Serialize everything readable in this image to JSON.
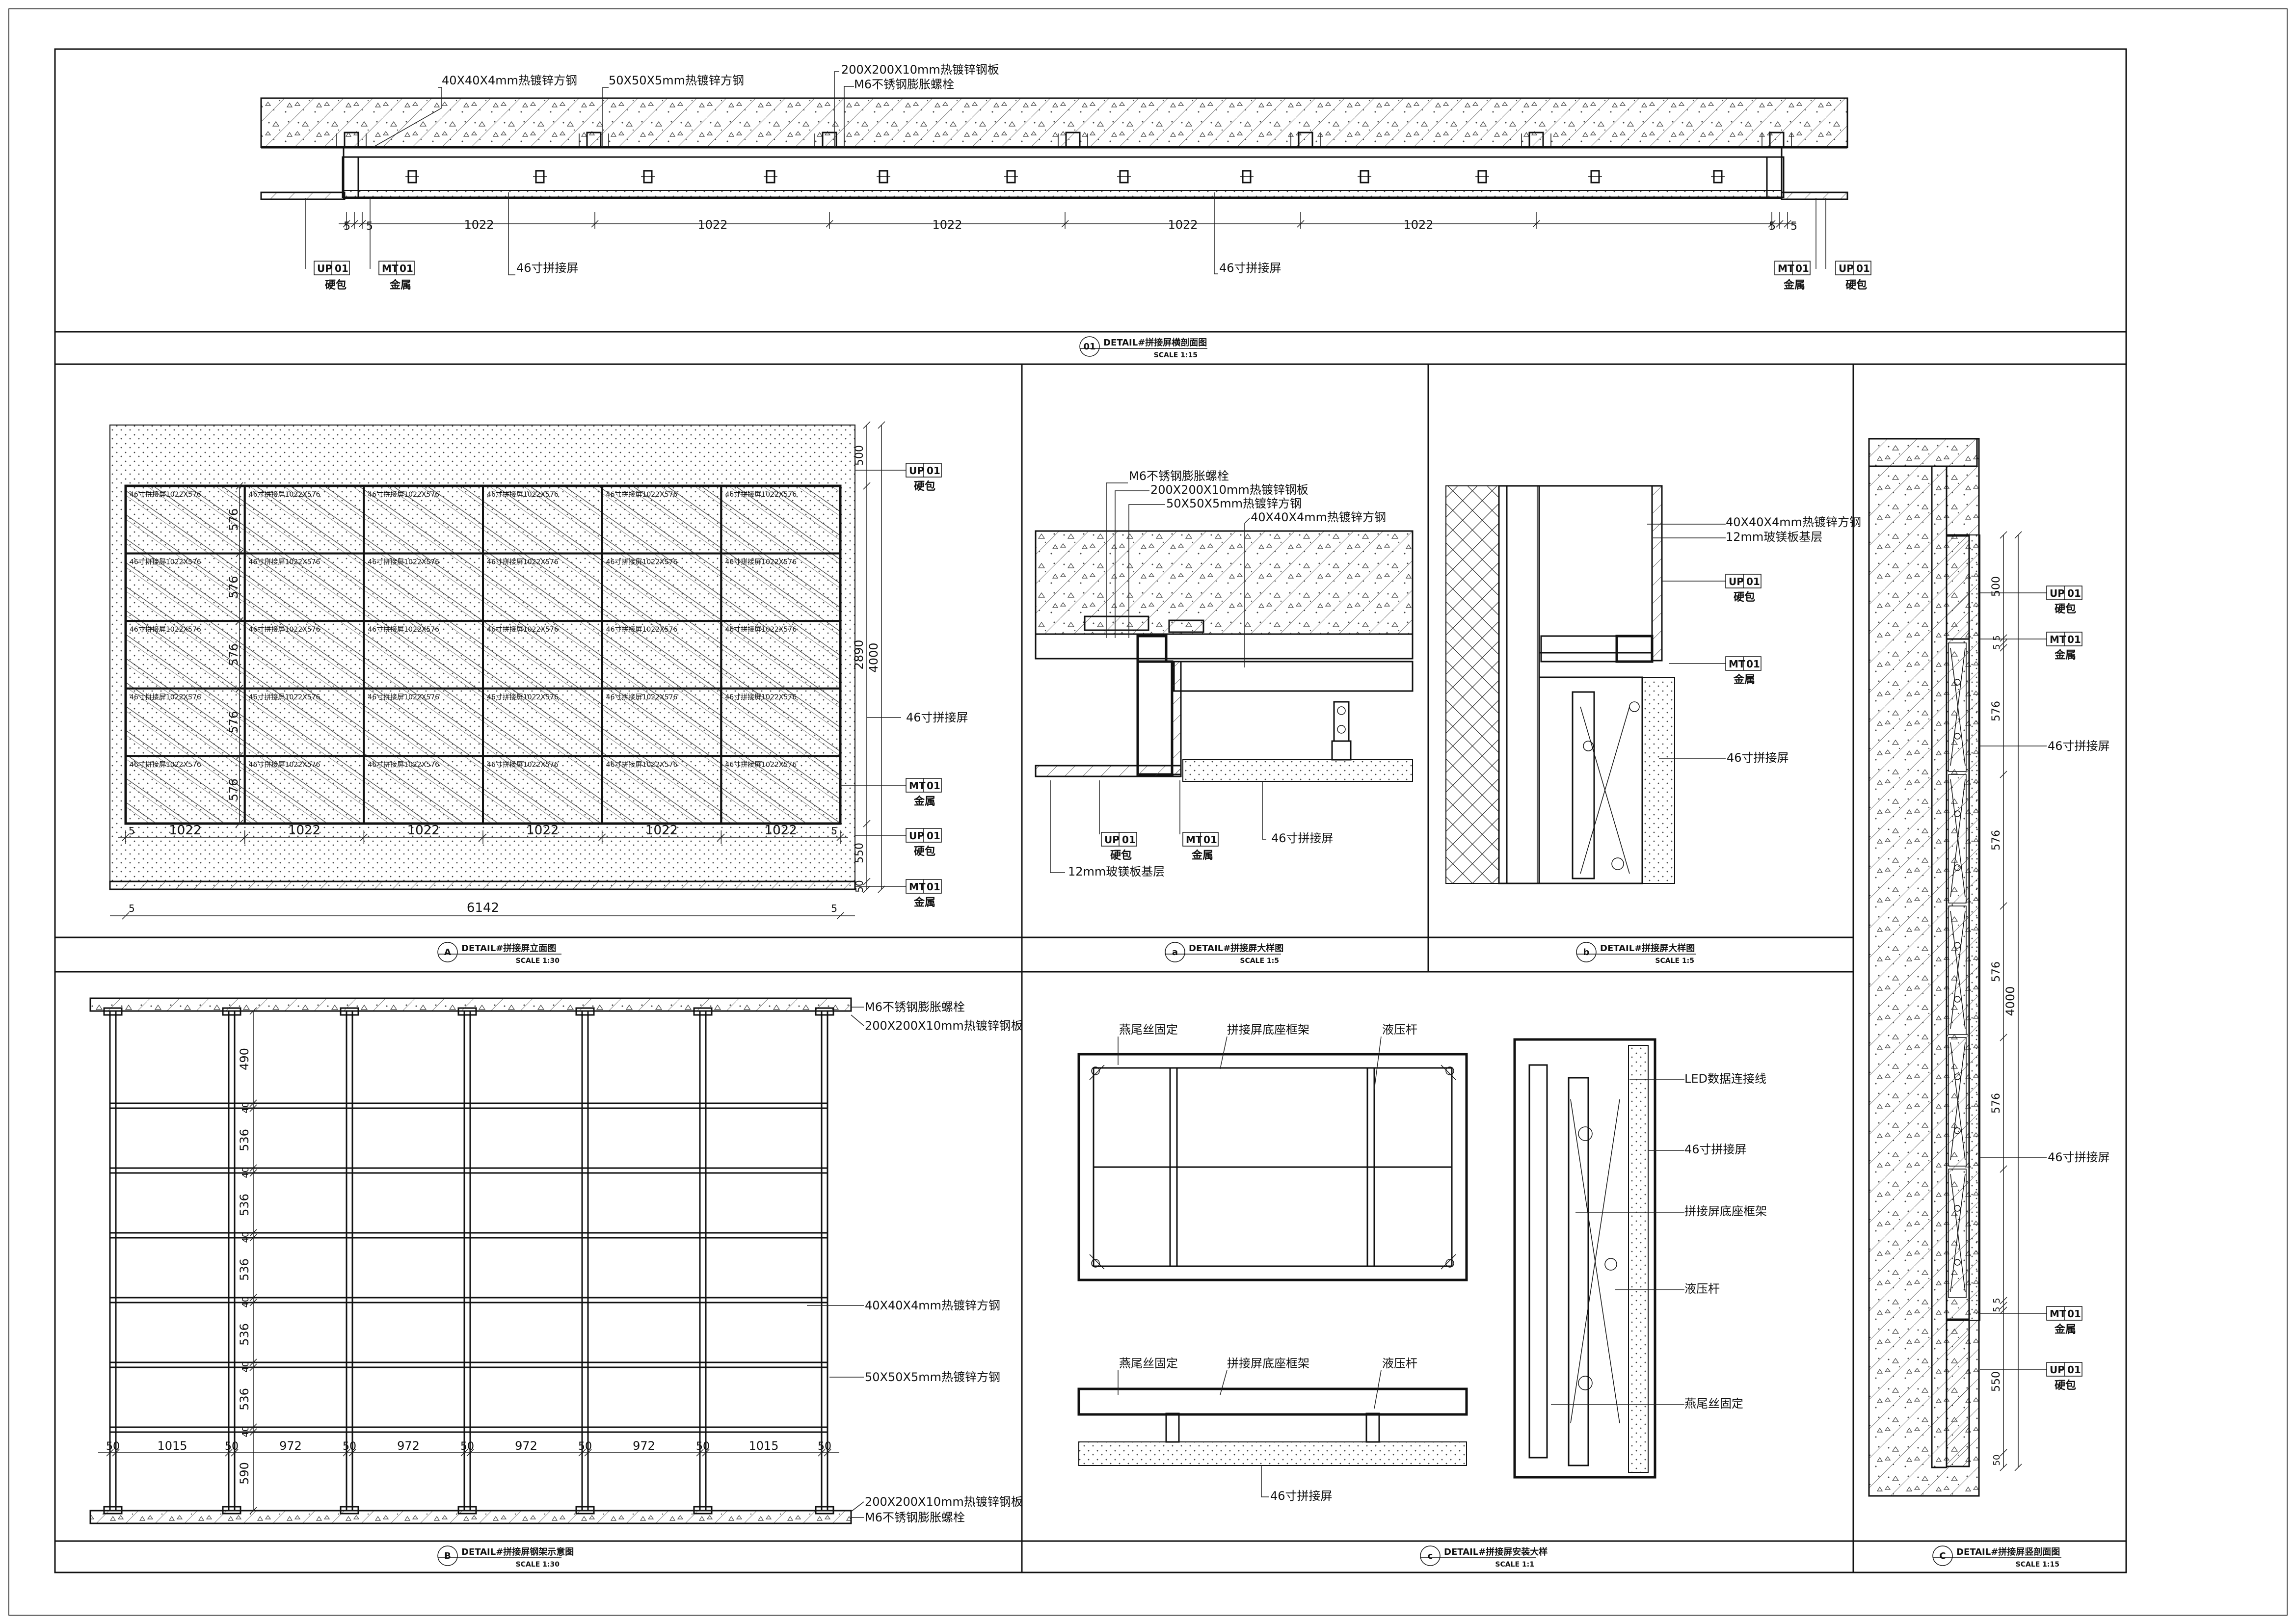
{
  "sheet": {
    "background": "#ffffff",
    "line_color": "#111111"
  },
  "materials": {
    "steel_40": "40X40X4mm热镀锌方钢",
    "steel_50": "50X50X5mm热镀锌方钢",
    "plate_200": "200X200X10mm热镀锌钢板",
    "bolt_m6": "M6不锈钢膨胀螺栓",
    "screen_46": "46寸拼接屏",
    "board_12": "12mm玻镁板基层",
    "led_cable": "LED数据连接线",
    "frame_base": "拼接屏底座框架",
    "hydraulic": "液压杆",
    "tail_fix": "燕尾丝固定"
  },
  "tags": {
    "up": {
      "code": "UP",
      "num": "01",
      "name": "硬包"
    },
    "mt": {
      "code": "MT",
      "num": "01",
      "name": "金属"
    }
  },
  "panels": {
    "p01": {
      "number": "01",
      "title": "DETAIL#拼接屏横剖面图",
      "scale": "SCALE 1:15",
      "dims": [
        "5",
        "5",
        "1022",
        "1022",
        "1022",
        "1022",
        "1022",
        "5",
        "5"
      ]
    },
    "pA": {
      "number": "A",
      "title": "DETAIL#拼接屏立面图",
      "scale": "SCALE 1:30",
      "cell_label": "46寸拼接屏1022X576",
      "width_dims": [
        "1022",
        "1022",
        "1022",
        "1022",
        "1022",
        "1022"
      ],
      "row_dims": [
        "576",
        "576",
        "576",
        "576",
        "576"
      ],
      "total_width": "6142",
      "v_dims": {
        "top": "500",
        "mid": "2890",
        "bottom": "550",
        "total": "4000",
        "edge": "5",
        "gap": "50"
      }
    },
    "pa": {
      "number": "a",
      "title": "DETAIL#拼接屏大样图",
      "scale": "SCALE 1:5"
    },
    "pb": {
      "number": "b",
      "title": "DETAIL#拼接屏大样图",
      "scale": "SCALE 1:5"
    },
    "pB": {
      "number": "B",
      "title": "DETAIL#拼接屏钢架示意图",
      "scale": "SCALE 1:30",
      "col_dims": [
        "50",
        "1015",
        "50",
        "972",
        "50",
        "972",
        "50",
        "972",
        "50",
        "972",
        "50",
        "1015",
        "50"
      ],
      "row_dims": [
        "490",
        "40",
        "536",
        "40",
        "536",
        "40",
        "536",
        "40",
        "536",
        "40",
        "536",
        "40",
        "590"
      ]
    },
    "pc": {
      "number": "c",
      "title": "DETAIL#拼接屏安装大样",
      "scale": "SCALE 1:1"
    },
    "pC": {
      "number": "C",
      "title": "DETAIL#拼接屏竖剖面图",
      "scale": "SCALE 1:15",
      "dims": [
        "500",
        "5",
        "5",
        "576",
        "576",
        "576",
        "576",
        "5",
        "5",
        "550",
        "50"
      ],
      "total": "4000"
    }
  }
}
